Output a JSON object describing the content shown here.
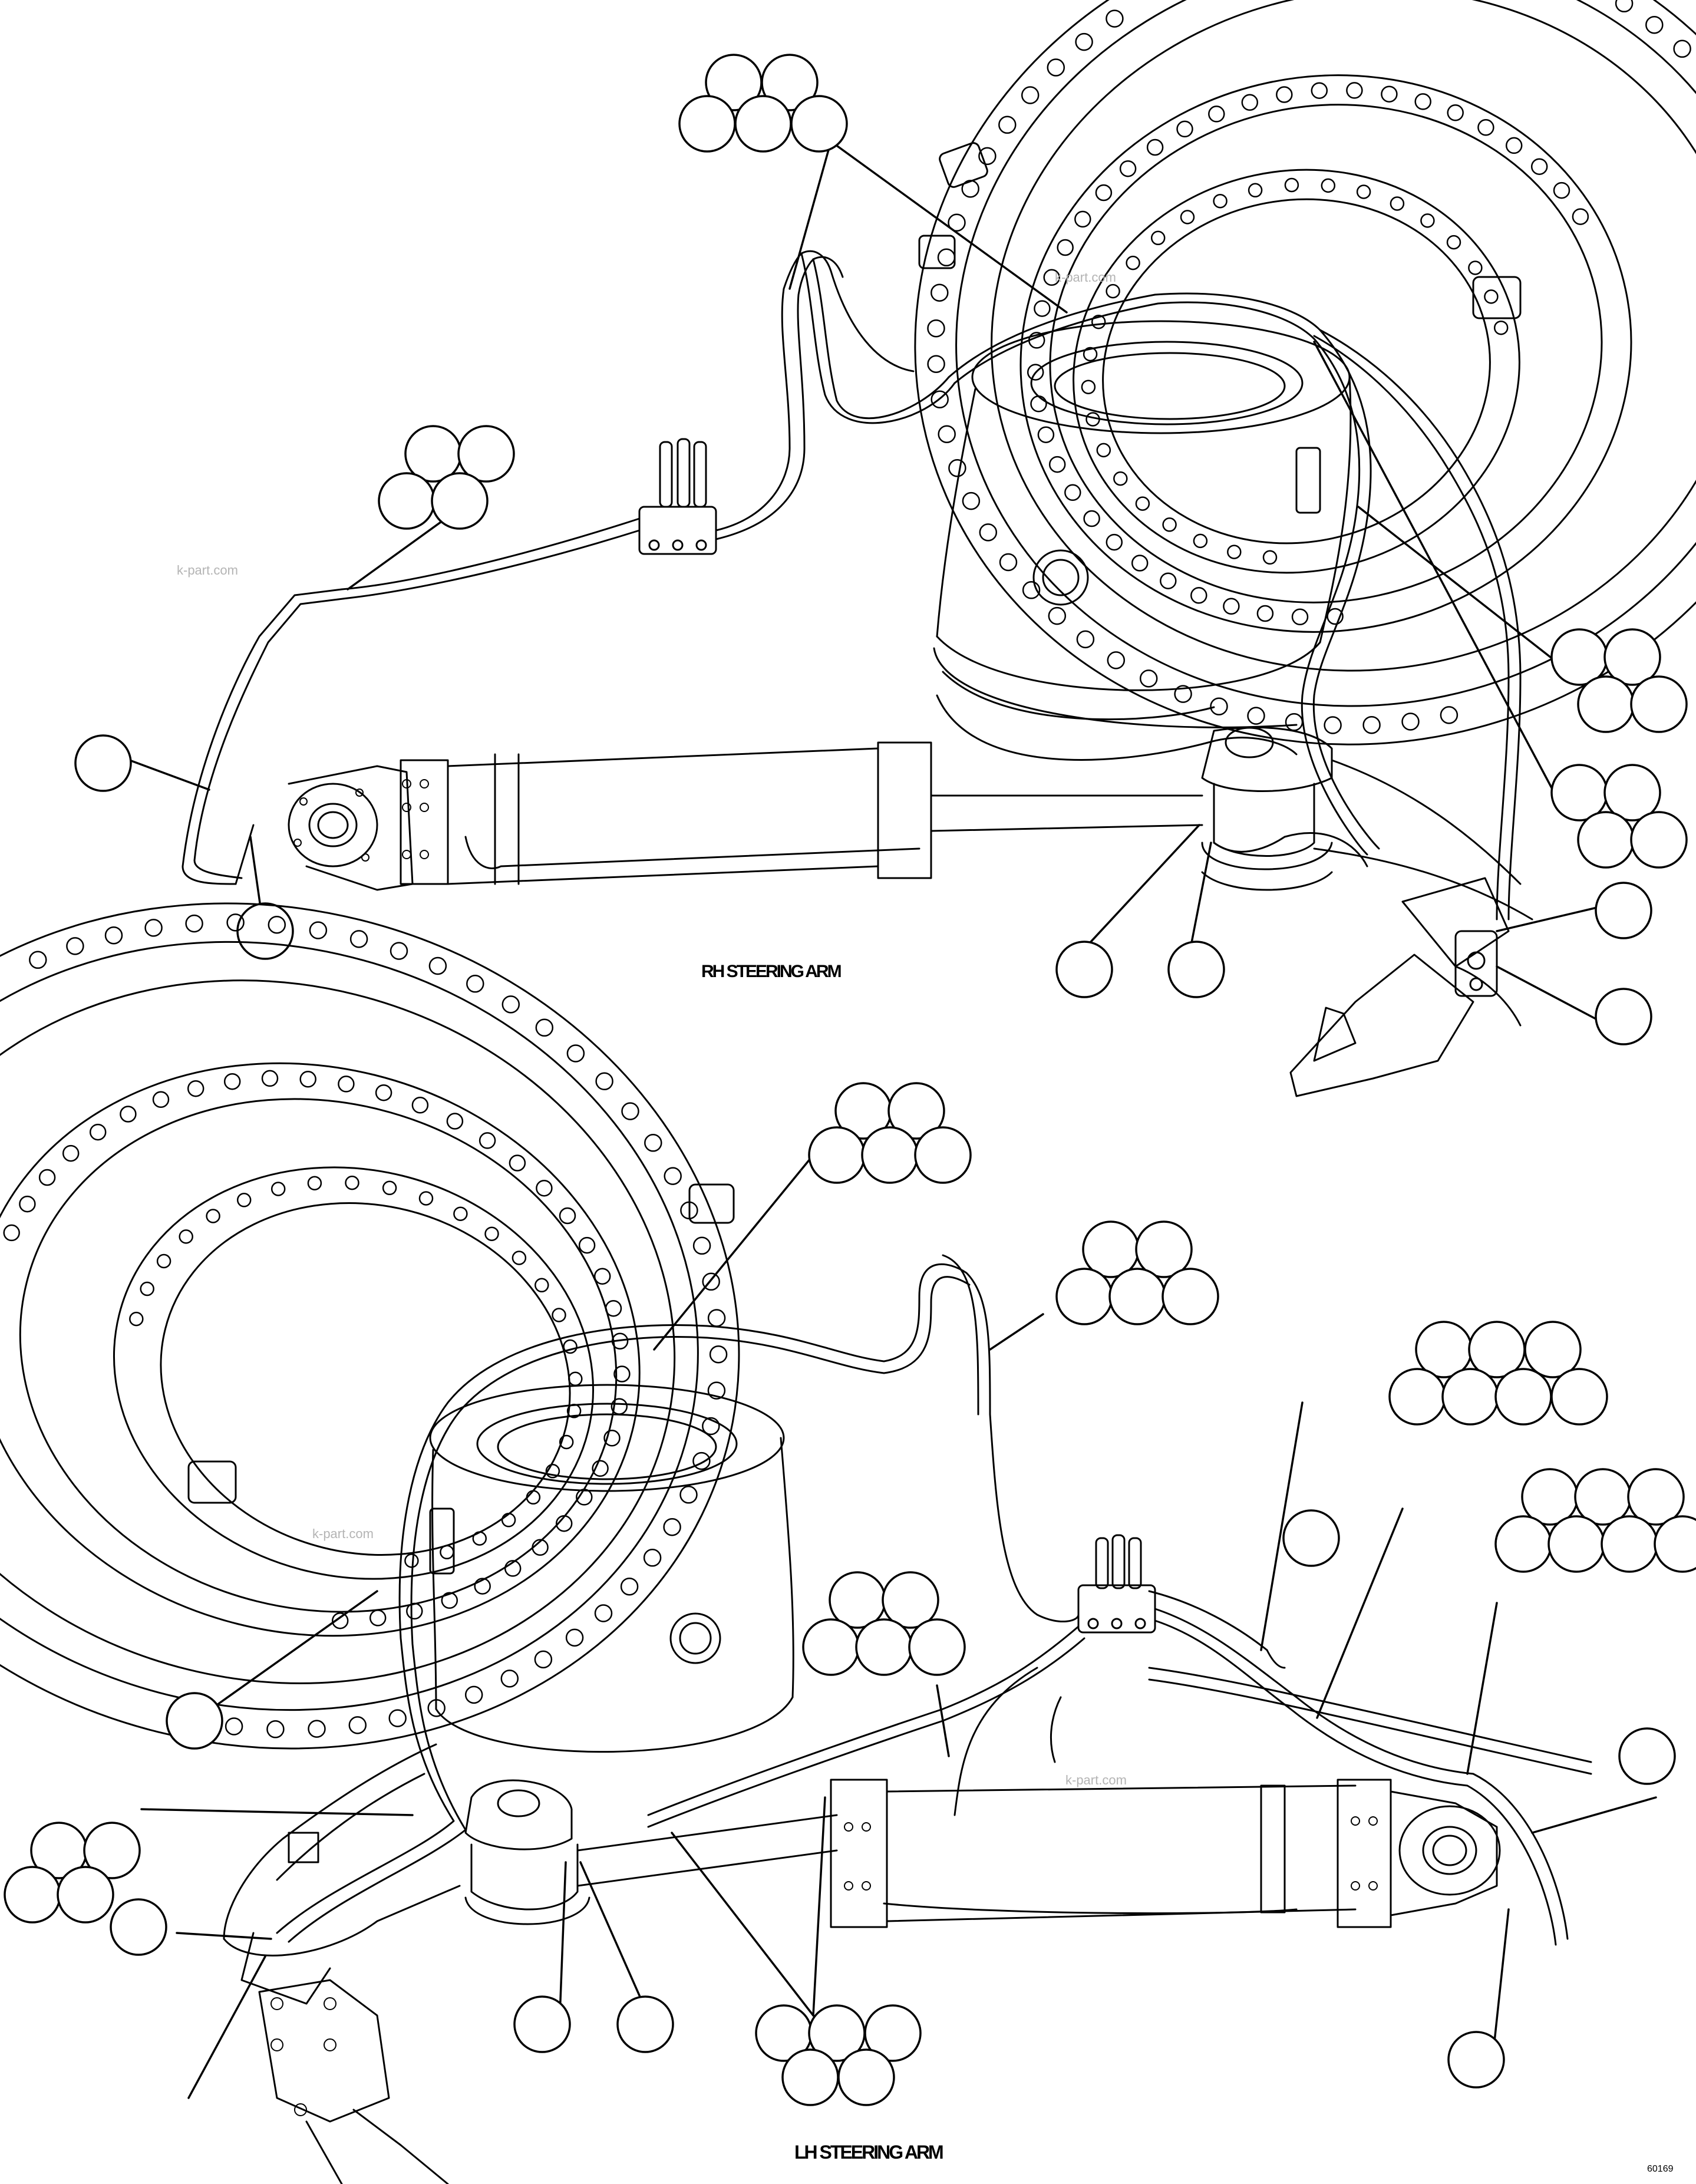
{
  "captions": {
    "rh": "RH STEERING ARM",
    "lh": "LH STEERING ARM"
  },
  "watermark": "k-part.com",
  "drawing_number": "60169",
  "line_color": "#000000",
  "callout_groups": [
    {
      "id": "rh-top-cluster",
      "count": 5
    },
    {
      "id": "rh-left-cluster",
      "count": 4
    },
    {
      "id": "rh-right-cluster-1",
      "count": 4
    },
    {
      "id": "rh-right-cluster-2",
      "count": 4
    },
    {
      "id": "rh-single-left",
      "count": 1
    },
    {
      "id": "rh-single-bottom-left",
      "count": 1
    },
    {
      "id": "rh-single-mid-1",
      "count": 1
    },
    {
      "id": "rh-single-mid-2",
      "count": 1
    },
    {
      "id": "rh-single-right-1",
      "count": 1
    },
    {
      "id": "rh-single-right-2",
      "count": 1
    },
    {
      "id": "lh-cluster-1",
      "count": 5
    },
    {
      "id": "lh-cluster-2",
      "count": 5
    },
    {
      "id": "lh-cluster-3",
      "count": 7
    },
    {
      "id": "lh-cluster-4",
      "count": 7
    },
    {
      "id": "lh-cluster-5",
      "count": 5
    },
    {
      "id": "lh-cluster-6",
      "count": 4
    },
    {
      "id": "lh-cluster-7",
      "count": 5
    },
    {
      "id": "lh-single-1",
      "count": 1
    },
    {
      "id": "lh-single-2",
      "count": 1
    },
    {
      "id": "lh-single-3",
      "count": 1
    },
    {
      "id": "lh-single-4",
      "count": 1
    },
    {
      "id": "lh-single-5",
      "count": 1
    },
    {
      "id": "lh-single-6",
      "count": 1
    },
    {
      "id": "lh-single-7",
      "count": 1
    }
  ]
}
